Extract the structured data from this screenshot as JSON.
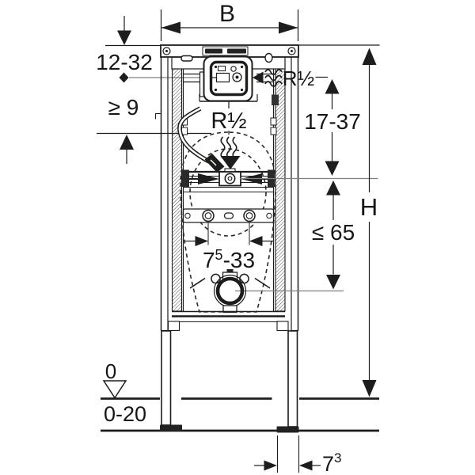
{
  "drawing": {
    "type": "technical installation diagram",
    "subject": "wall-mounted urinal installation frame, front view",
    "line_color": "#1d1d1b",
    "background": "#ffffff"
  },
  "labels": {
    "width_b": "B",
    "top_offset": "12-32",
    "min_clearance": "≥ 9",
    "supply_center": "R½",
    "supply_right": "R½",
    "valve_height_range": "17-37",
    "total_height": "H",
    "outlet_height_max": "≤ 65",
    "fixing_width": {
      "base": "7",
      "sup": "5",
      "rest": "-33"
    },
    "floor_level": "0",
    "floor_buildup": "0-20",
    "foot_depth": {
      "base": "7",
      "sup": "3"
    }
  }
}
